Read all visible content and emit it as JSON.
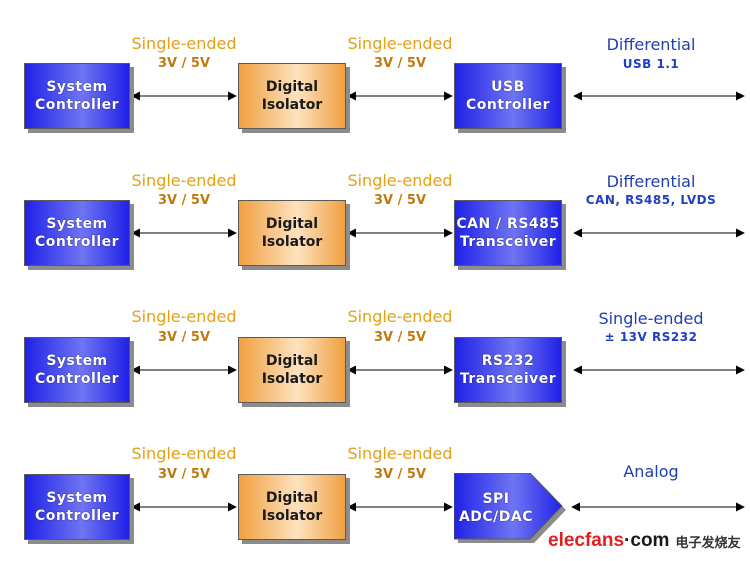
{
  "rows": [
    {
      "controller": "System\nController",
      "link1": {
        "type": "Single-ended",
        "voltage": "3V / 5V"
      },
      "isolator": "Digital\nIsolator",
      "link2": {
        "type": "Single-ended",
        "voltage": "3V / 5V"
      },
      "peripheral": "USB\nController",
      "link3": {
        "type": "Differential",
        "detail": "USB 1.1"
      }
    },
    {
      "controller": "System\nController",
      "link1": {
        "type": "Single-ended",
        "voltage": "3V / 5V"
      },
      "isolator": "Digital\nIsolator",
      "link2": {
        "type": "Single-ended",
        "voltage": "3V / 5V"
      },
      "peripheral": "CAN / RS485\nTransceiver",
      "link3": {
        "type": "Differential",
        "detail": "CAN, RS485, LVDS"
      }
    },
    {
      "controller": "System\nController",
      "link1": {
        "type": "Single-ended",
        "voltage": "3V / 5V"
      },
      "isolator": "Digital\nIsolator",
      "link2": {
        "type": "Single-ended",
        "voltage": "3V / 5V"
      },
      "peripheral": "RS232\nTransceiver",
      "link3": {
        "type": "Single-ended",
        "detail": "± 13V RS232"
      }
    },
    {
      "controller": "System\nController",
      "link1": {
        "type": "Single-ended",
        "voltage": "3V / 5V"
      },
      "isolator": "Digital\nIsolator",
      "link2": {
        "type": "Single-ended",
        "voltage": "3V / 5V"
      },
      "peripheral": "SPI\nADC/DAC",
      "link3": {
        "type": "Analog",
        "detail": ""
      }
    }
  ],
  "watermark": {
    "brand_main": "elecfans",
    "brand_suffix": "·com",
    "brand_cn": "电子发烧友"
  },
  "colors": {
    "controller": "#1f22e6",
    "isolator": "#f0a041",
    "label": "#e4a015",
    "protocol": "#1f3fc4"
  }
}
